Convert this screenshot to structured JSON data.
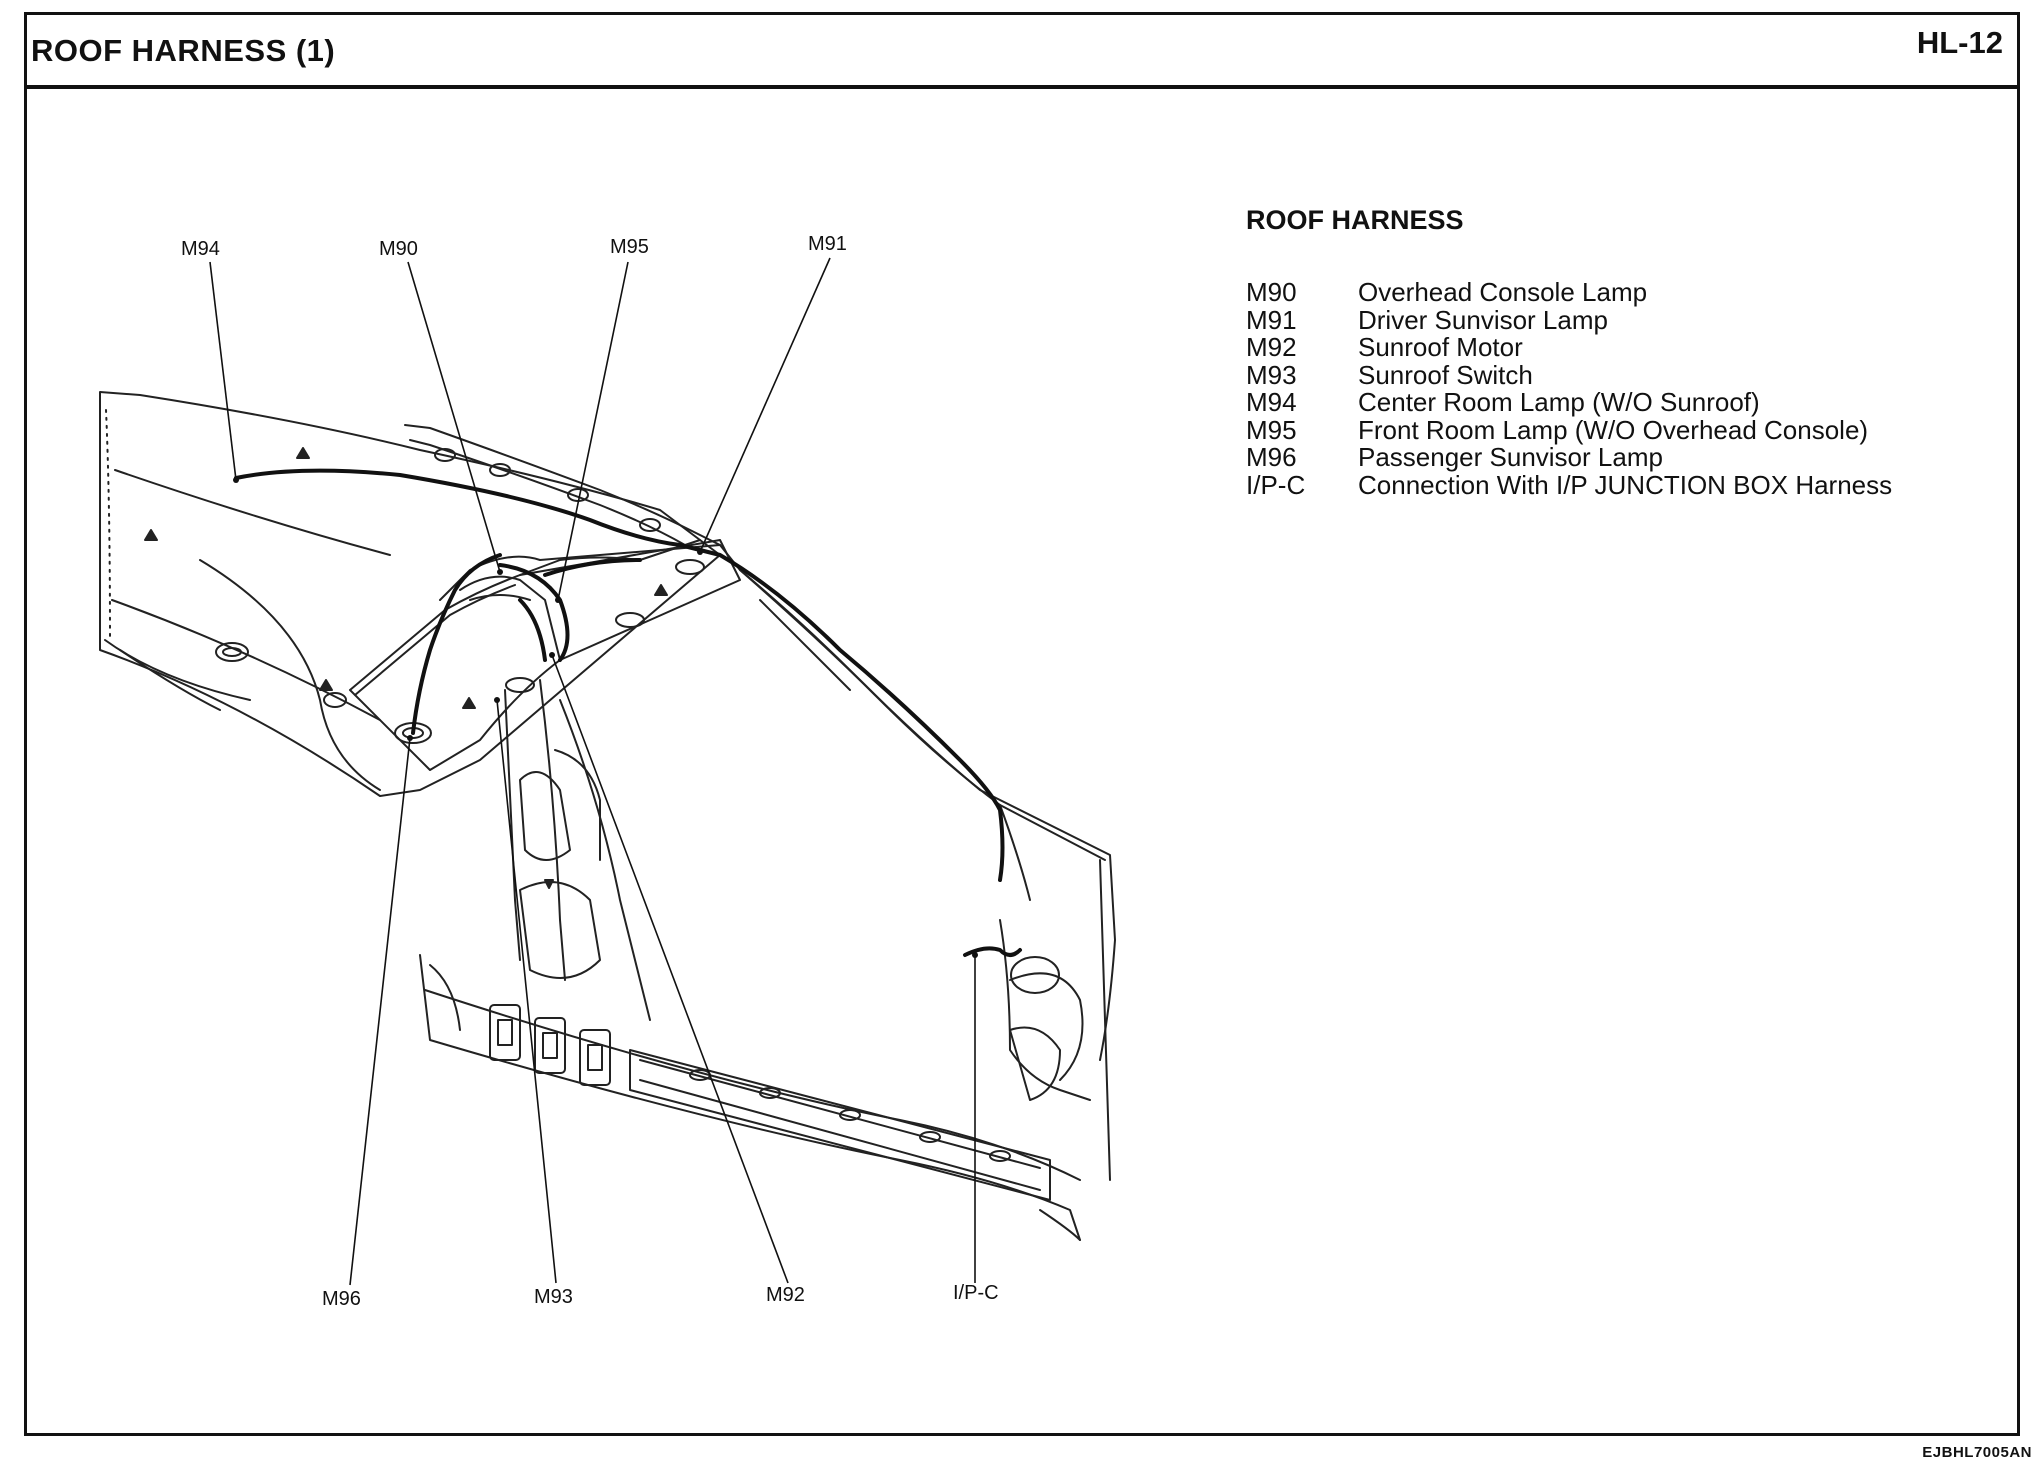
{
  "header": {
    "title": "ROOF HARNESS (1)",
    "code": "HL-12"
  },
  "callouts": {
    "m94": "M94",
    "m90": "M90",
    "m95": "M95",
    "m91": "M91",
    "m96": "M96",
    "m93": "M93",
    "m92": "M92",
    "ipc": "I/P-C"
  },
  "legend": {
    "title": "ROOF HARNESS",
    "items": [
      {
        "code": "M90",
        "desc": "Overhead Console Lamp"
      },
      {
        "code": "M91",
        "desc": "Driver Sunvisor Lamp"
      },
      {
        "code": "M92",
        "desc": "Sunroof Motor"
      },
      {
        "code": "M93",
        "desc": "Sunroof Switch"
      },
      {
        "code": "M94",
        "desc": "Center Room Lamp (W/O Sunroof)"
      },
      {
        "code": "M95",
        "desc": "Front Room Lamp (W/O Overhead Console)"
      },
      {
        "code": "M96",
        "desc": "Passenger Sunvisor Lamp"
      },
      {
        "code": "I/P-C",
        "desc": "Connection With I/P JUNCTION BOX Harness"
      }
    ]
  },
  "footer": {
    "figure_id": "EJBHL7005AN"
  }
}
